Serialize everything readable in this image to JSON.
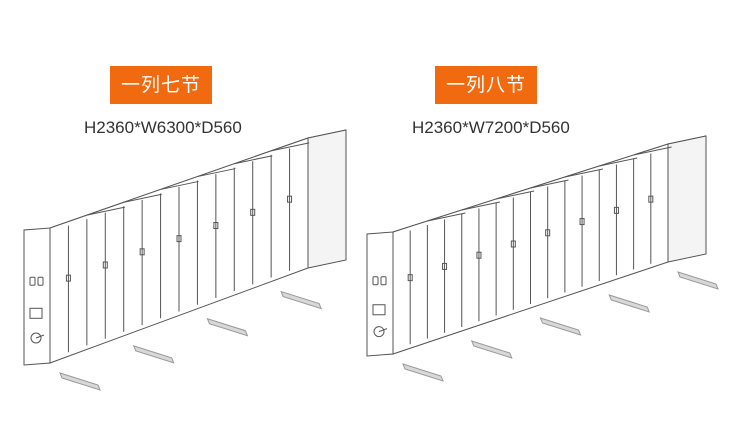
{
  "products": [
    {
      "title": "一列七节",
      "dimensions": "H2360*W6300*D560",
      "sections": 7
    },
    {
      "title": "一列八节",
      "dimensions": "H2360*W7200*D560",
      "sections": 8
    }
  ],
  "colors": {
    "badge": "#f26a10",
    "badge_text": "#ffffff",
    "line": "#555555",
    "rail": "#999999"
  }
}
